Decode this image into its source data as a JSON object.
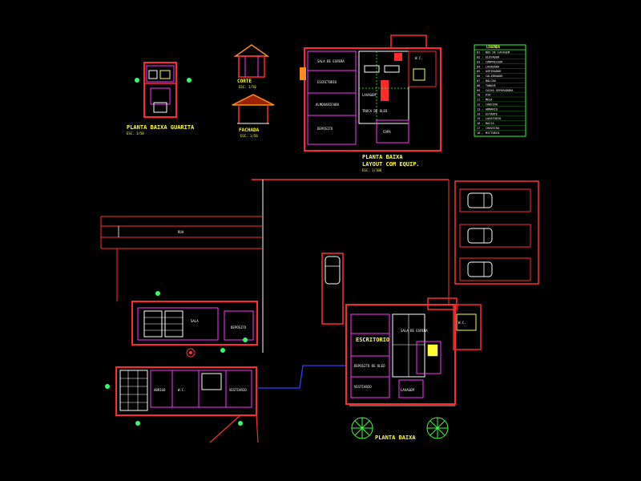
{
  "titles": {
    "guard_plan": "PLANTA BAIXA GUARITA",
    "guard_plan_scale": "ESC. 1/50",
    "section": "CORTE",
    "section_scale": "ESC. 1/50",
    "facade": "FACHADA",
    "facade_scale": "ESC. 1/50",
    "upper_plan_line1": "PLANTA BAIXA",
    "upper_plan_line2": "LAYOUT COM EQUIP.",
    "upper_plan_scale": "ESC. 1/100",
    "main_plan": "PLANTA BAIXA"
  },
  "legend": {
    "header": "LEGENDA",
    "items": [
      "01 - BOX DE LAVAGEM",
      "02 - ELEVADOR",
      "03 - COMPRESSOR",
      "04 - LAVADORA",
      "05 - ASPIRADOR",
      "06 - CALIBRADOR",
      "07 - BALCAO",
      "08 - TANQUE",
      "09 - CAIXA SEPARADORA",
      "10 - PIA",
      "11 - MESA",
      "12 - CADEIRA",
      "13 - ARMARIO",
      "14 - ESTANTE",
      "15 - LAVATORIO",
      "16 - BACIA",
      "17 - CHUVEIRO",
      "18 - MICTORIO"
    ]
  },
  "rooms": {
    "upper": [
      "SALA DE ESPERA",
      "ESCRITORIO",
      "ALMOXARIFADO",
      "DEPOSITO",
      "LAVAGEM",
      "TROCA DE OLEO",
      "W.C.",
      "COPA"
    ],
    "main": [
      "ESCRITORIO",
      "SALA DE ESPERA",
      "DEPOSITO DE OLEO",
      "W.C.",
      "VESTIARIO",
      "LAVAGEM"
    ],
    "annex": [
      "ABRIGO",
      "SALA",
      "DEPOSITO",
      "W.C.",
      "VESTIARIO"
    ],
    "road": "RUA"
  },
  "colors": {
    "background": "#000000",
    "wall": "#ff2a2a",
    "wall_dark": "#cc1a1a",
    "partition": "#ff33ff",
    "fixture": "#ffffff",
    "text": "#ffff33",
    "legend_frame": "#33ff33",
    "site": "#ff3030",
    "pipe": "#3344ff",
    "tree": "#44ff44",
    "marker": "#33ff66"
  }
}
